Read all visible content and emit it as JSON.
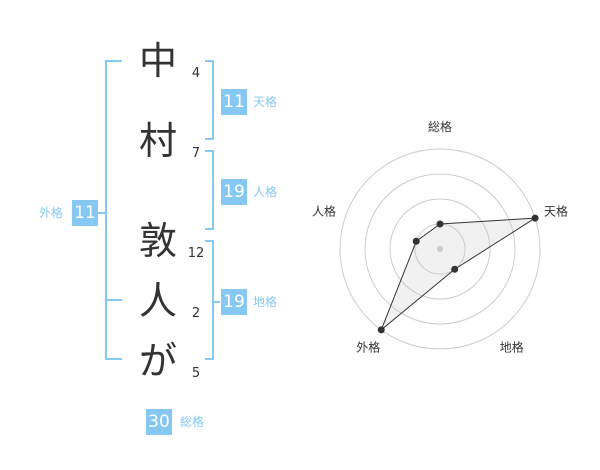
{
  "name": {
    "characters": [
      {
        "char": "中",
        "strokes": "4"
      },
      {
        "char": "村",
        "strokes": "7"
      },
      {
        "char": "敦",
        "strokes": "12"
      },
      {
        "char": "人",
        "strokes": "2"
      },
      {
        "char": "が",
        "strokes": "5"
      }
    ]
  },
  "fortune": {
    "tenkaku": {
      "value": "11",
      "label": "天格"
    },
    "jinkaku": {
      "value": "19",
      "label": "人格"
    },
    "chikaku": {
      "value": "19",
      "label": "地格"
    },
    "gaikaku": {
      "value": "11",
      "label": "外格"
    },
    "soukaku": {
      "value": "30",
      "label": "総格"
    }
  },
  "colors": {
    "accent": "#86c8f2",
    "text": "#333333",
    "grid": "#cccccc"
  },
  "chart_data": {
    "type": "radar",
    "axes": [
      "総格",
      "天格",
      "地格",
      "外格",
      "人格"
    ],
    "levels": 4,
    "max": 4,
    "values": [
      1,
      4,
      1,
      4,
      1
    ]
  }
}
